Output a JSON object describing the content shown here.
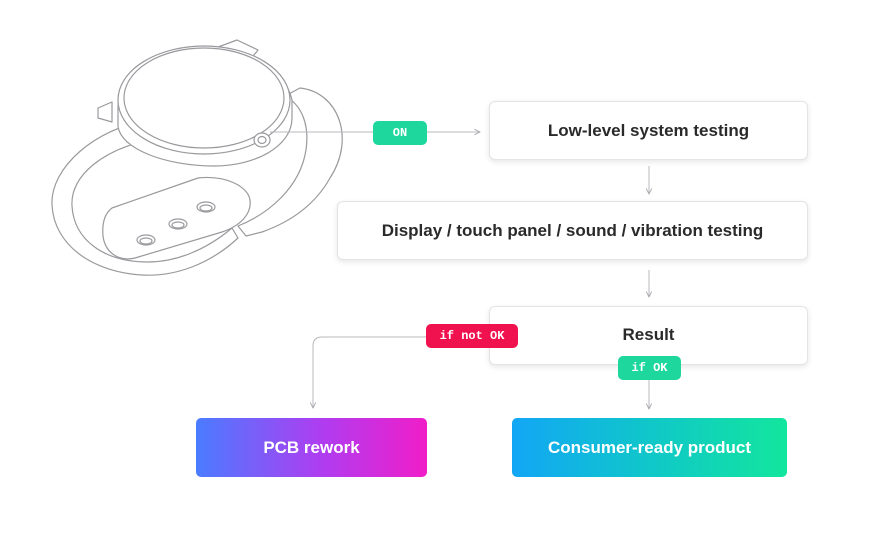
{
  "steps": {
    "low_level": "Low-level system testing",
    "display": "Display / touch panel / sound / vibration testing",
    "result": "Result"
  },
  "labels": {
    "on": "ON",
    "if_not_ok": "if not OK",
    "if_ok": "if OK"
  },
  "outcomes": {
    "rework": "PCB rework",
    "consumer": "Consumer-ready product"
  },
  "colors": {
    "green": "#1ed79c",
    "red": "#f0124e",
    "rework_gradient": [
      "#4a7cff",
      "#b03cf0",
      "#f01ec8"
    ],
    "consumer_gradient": [
      "#12a6f5",
      "#10c7c9",
      "#12e69d"
    ],
    "line": "#b8b8bc",
    "sketch": "#9a9a9e"
  },
  "icons": [
    "smartwatch-illustration",
    "arrow"
  ]
}
